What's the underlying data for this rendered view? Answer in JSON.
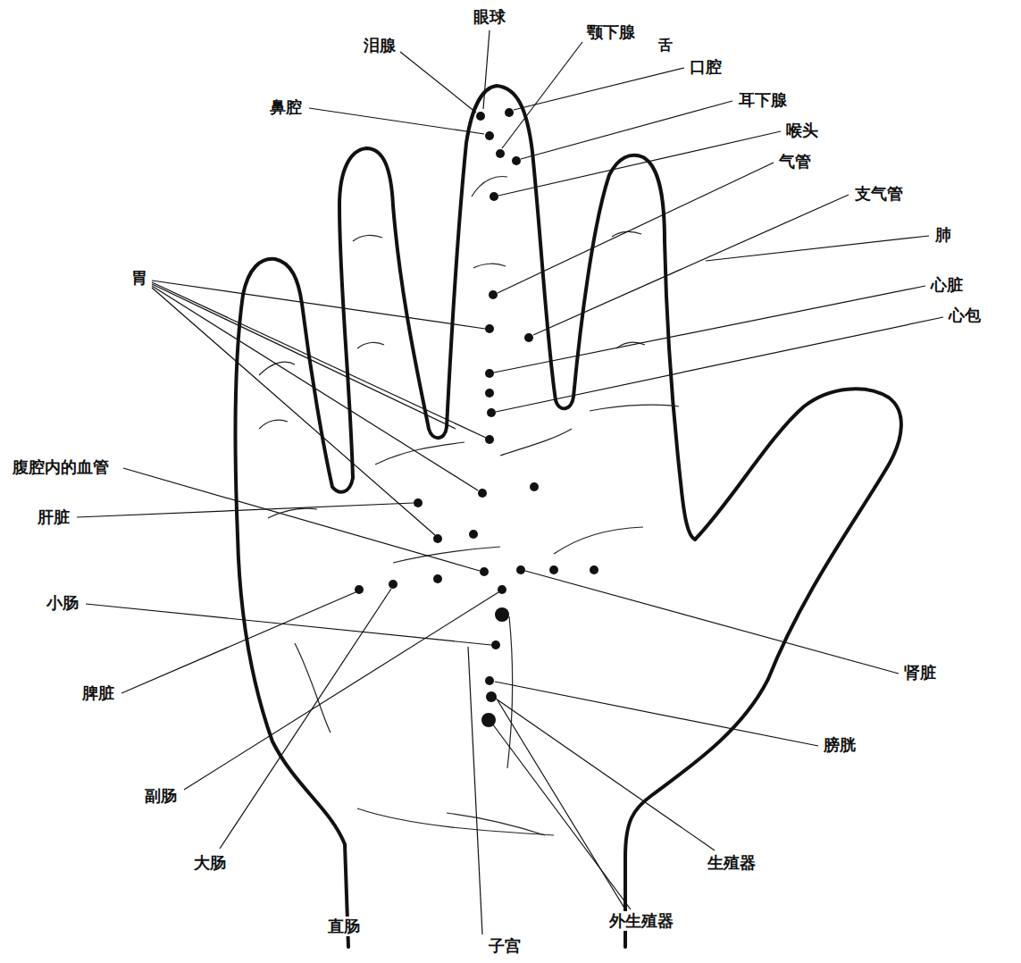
{
  "diagram": {
    "labels": [
      "眼球",
      "颚下腺",
      "舌",
      "口腔",
      "耳下腺",
      "喉头",
      "气管",
      "支气管",
      "肺",
      "心脏",
      "心包",
      "泪腺",
      "鼻腔",
      "胃",
      "腹腔内的血管",
      "肝脏",
      "小肠",
      "脾脏",
      "副肠",
      "大肠",
      "直肠",
      "子宫",
      "外生殖器",
      "生殖器",
      "膀胱",
      "肾脏"
    ]
  }
}
